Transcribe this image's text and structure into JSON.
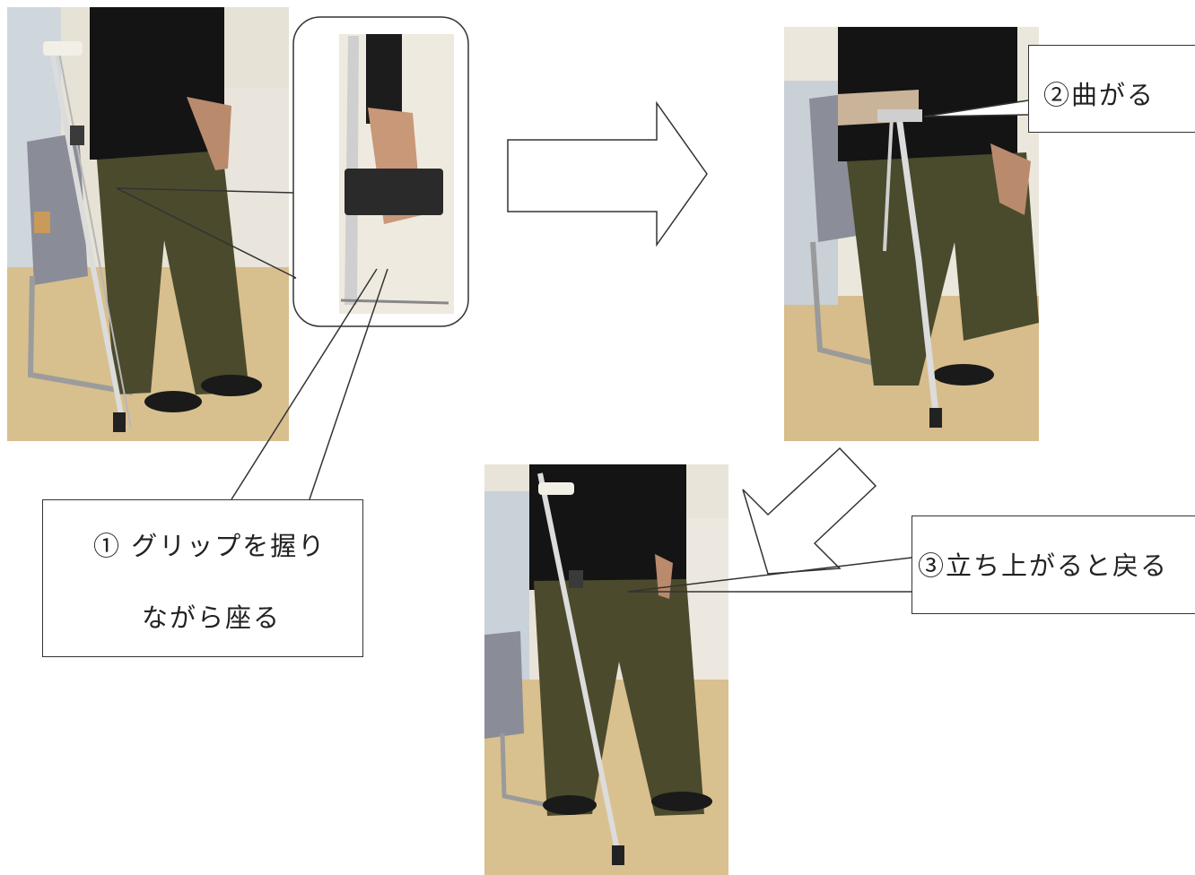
{
  "steps": [
    {
      "label_line1": "① グリップを握り",
      "label_line2": "ながら座る"
    },
    {
      "label": "②曲がる"
    },
    {
      "label": "③立ち上がると戻る"
    }
  ],
  "colors": {
    "stroke": "#333333",
    "floor": "#d8bf8e",
    "pants": "#4b4a2c",
    "shirt": "#141414",
    "crutch": "#d8d8d8"
  }
}
